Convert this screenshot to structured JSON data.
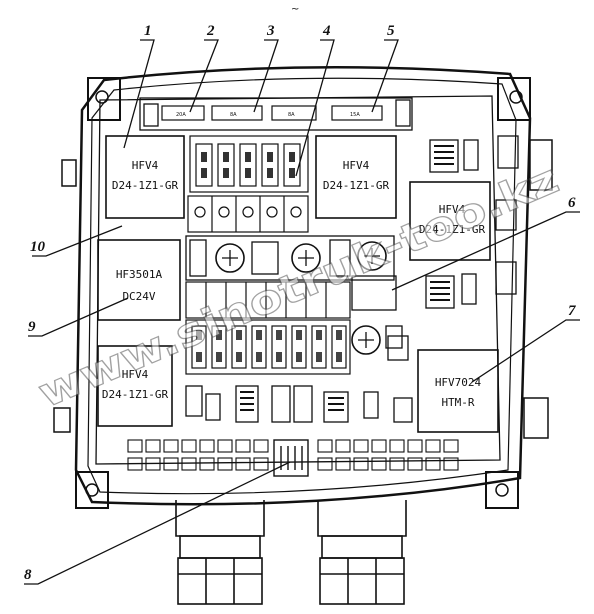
{
  "diagram": {
    "top_mark": "~",
    "callouts": [
      "1",
      "2",
      "3",
      "4",
      "5",
      "6",
      "7",
      "8",
      "9",
      "10"
    ],
    "relays": [
      {
        "line1": "HFV4",
        "line2": "D24-1Z1-GR"
      },
      {
        "line1": "HFV4",
        "line2": "D24-1Z1-GR"
      },
      {
        "line1": "HFV4",
        "line2": "D24-1Z1-GR"
      },
      {
        "line1": "HF3501A",
        "line2": "DC24V"
      },
      {
        "line1": "HFV4",
        "line2": "D24-1Z1-GR"
      },
      {
        "line1": "HFV7024",
        "line2": "HTM-R"
      }
    ],
    "maxi_fuse_labels": [
      "20A",
      "8A",
      "8A",
      "15A"
    ],
    "watermark": "www.sinotruk-too.kz",
    "colors": {
      "line": "#111111",
      "watermark_stroke": "#555555"
    }
  }
}
